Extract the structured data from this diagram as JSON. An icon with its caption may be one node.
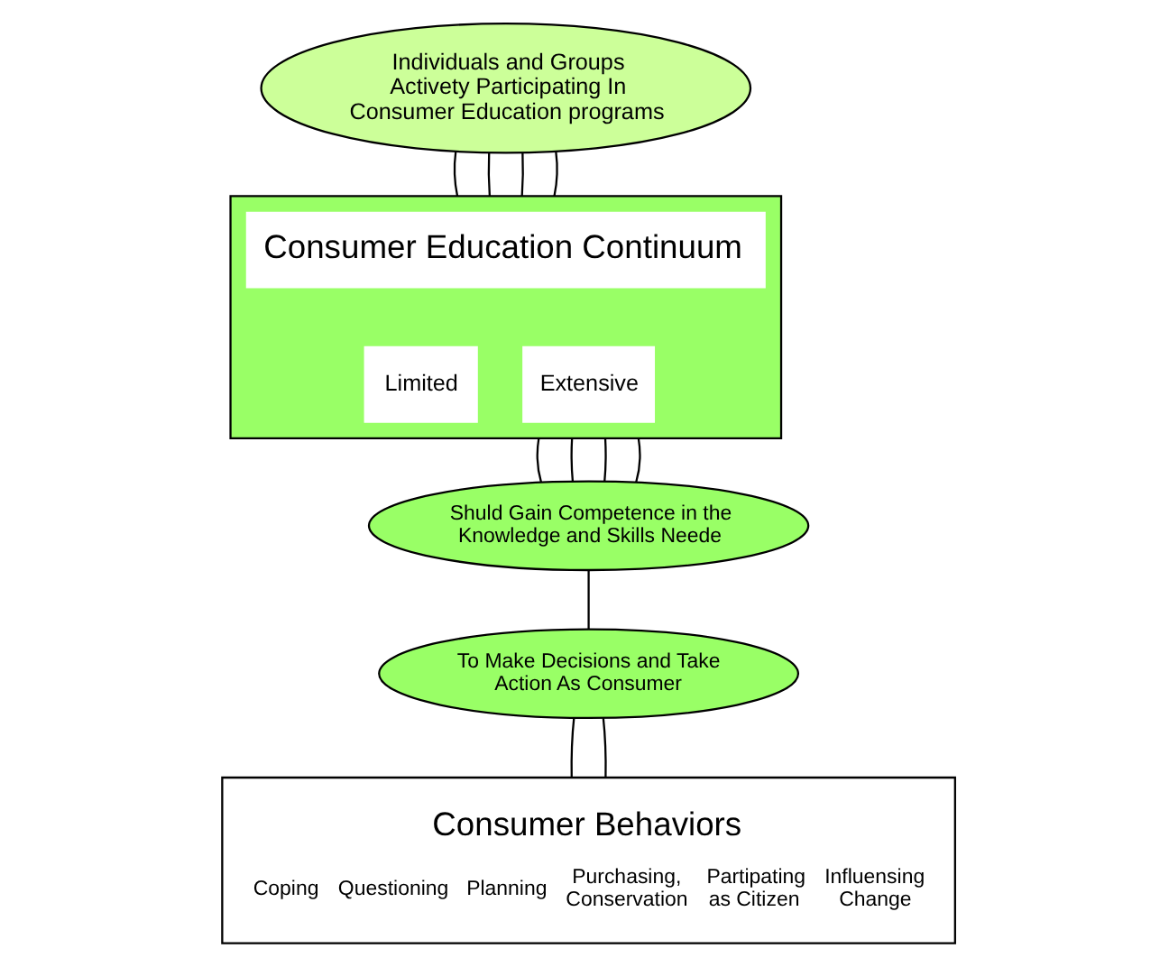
{
  "diagram": {
    "nodes": [
      {
        "text": [
          "Individuals and Groups Activety Participating In Consumer Education programs"
        ]
      },
      {
        "text": [],
        "shape": "box"
      },
      {
        "text": [
          "Consumer Education Continuum"
        ],
        "in": 1
      },
      {
        "text": [
          "Limited"
        ],
        "in": 1
      },
      {
        "text": [
          "Extensive"
        ],
        "in": 1
      },
      {
        "text": [
          "Shuld Gain Competence in the Knowledge and Skills Neede"
        ]
      },
      {
        "text": [
          "To Make Decisions and Take Action As Consumer"
        ]
      },
      {
        "text": [
          "Consumer Behaviors",
          "Coping",
          "Questioning",
          "Planning",
          "Purchasing, Conservation",
          "Partipating as Citizen",
          "Influensing Change"
        ]
      }
    ],
    "edges": [
      {
        "from": 0,
        "to": 1,
        "arrow": "none"
      },
      {
        "from": 0,
        "to": 1,
        "arrow": "none"
      },
      {
        "from": 0,
        "to": 1,
        "arrow": "none"
      },
      {
        "from": 0,
        "to": 1,
        "arrow": "none"
      },
      {
        "from": 1,
        "to": 5,
        "arrow": "none"
      },
      {
        "from": 1,
        "to": 5,
        "arrow": "none"
      },
      {
        "from": 1,
        "to": 5,
        "arrow": "none"
      },
      {
        "from": 1,
        "to": 5,
        "arrow": "none"
      },
      {
        "from": 5,
        "to": 6,
        "arrow": "none"
      },
      {
        "from": 6,
        "to": 7,
        "arrow": "none"
      },
      {
        "from": 6,
        "to": 7,
        "arrow": "none"
      }
    ]
  }
}
